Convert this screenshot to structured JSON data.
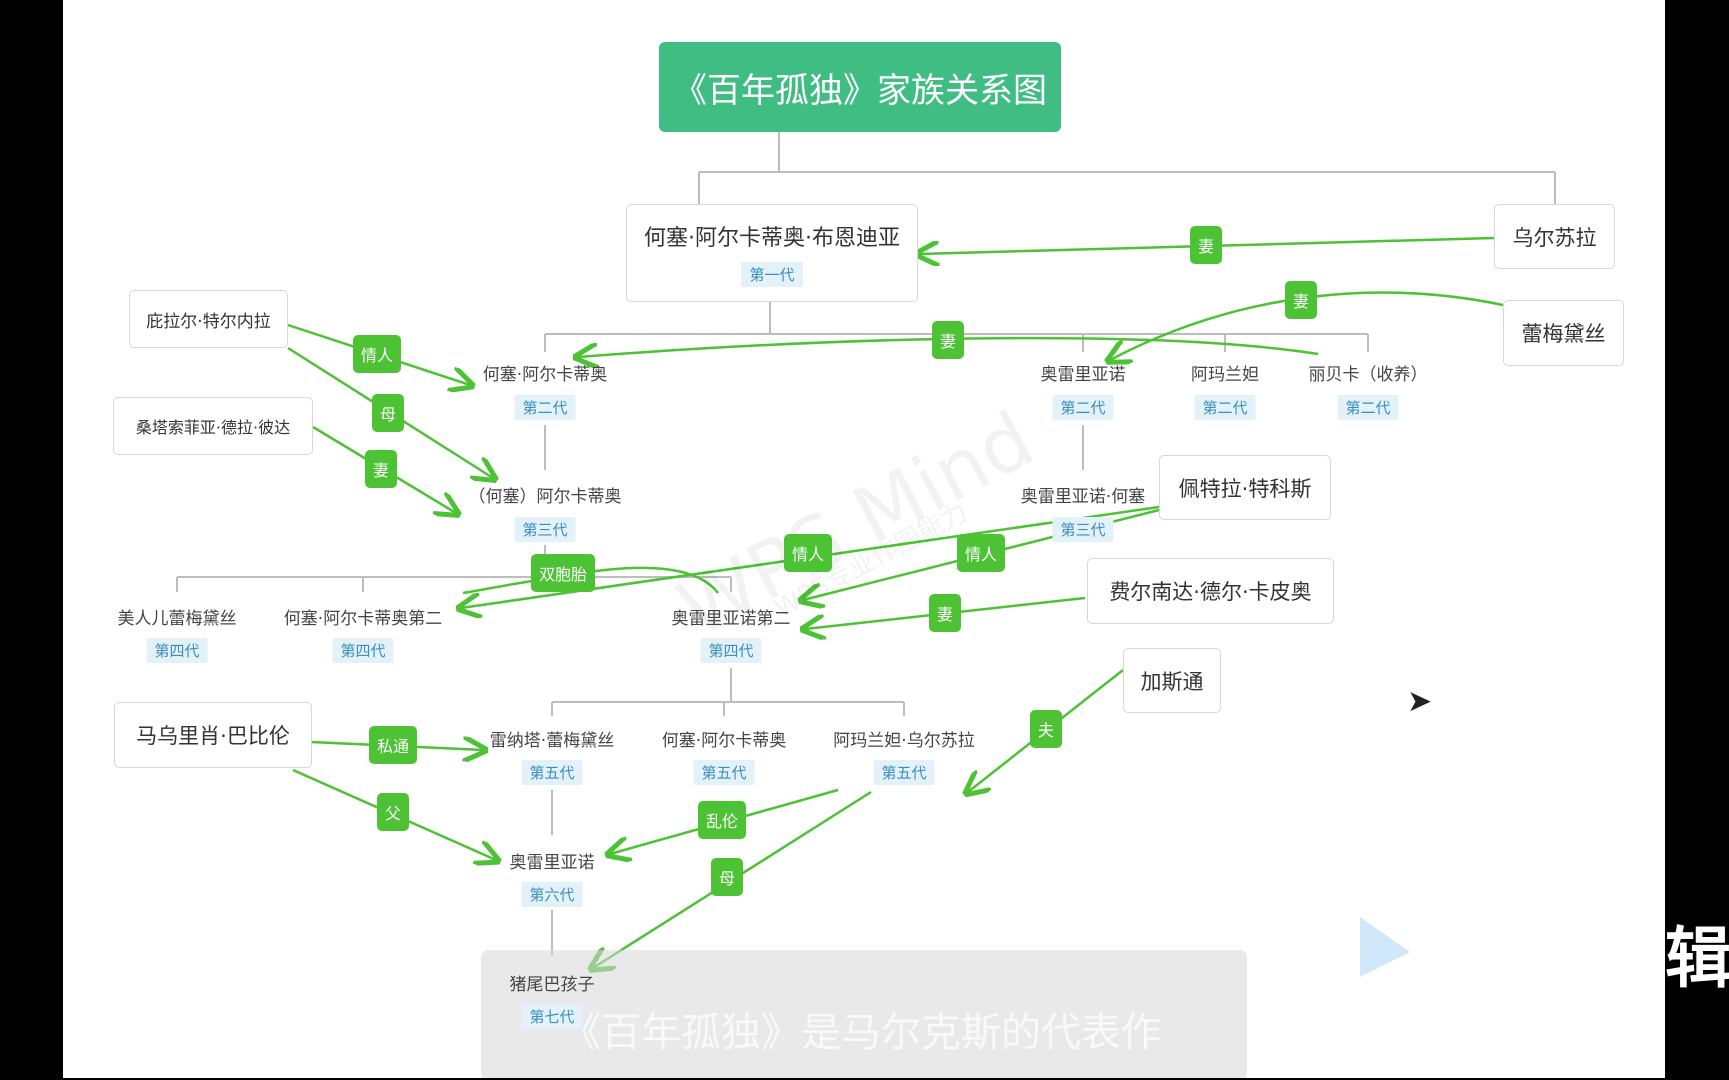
{
  "title": "《百年孤独》家族关系图",
  "watermark": {
    "main": "WPS Mind",
    "sub": "WPS专业作图能力"
  },
  "caption_text": "《百年孤独》是马尔克斯的代表作",
  "edge_text": "辑",
  "boxes": {
    "patriarch": {
      "name": "何塞·阿尔卡蒂奥·布恩迪亚",
      "gen": "第一代"
    },
    "ursula": "乌尔苏拉",
    "remedios": "蕾梅黛丝",
    "pilar": "庇拉尔·特尔内拉",
    "santa_sofia": "桑塔索菲亚·德拉·彼达",
    "petra": "佩特拉·特科斯",
    "fernanda": "费尔南达·德尔·卡皮奥",
    "gaston": "加斯通",
    "mauricio": "马乌里肖·巴比伦"
  },
  "nodes": [
    {
      "id": "ja2",
      "name": "何塞·阿尔卡蒂奥",
      "gen": "第二代"
    },
    {
      "id": "aureliano2",
      "name": "奥雷里亚诺",
      "gen": "第二代"
    },
    {
      "id": "amaranta2",
      "name": "阿玛兰妲",
      "gen": "第二代"
    },
    {
      "id": "rebeca2",
      "name": "丽贝卡（收养）",
      "gen": "第二代"
    },
    {
      "id": "arcadio3",
      "name": "（何塞）阿尔卡蒂奥",
      "gen": "第三代"
    },
    {
      "id": "aurjose3",
      "name": "奥雷里亚诺·何塞",
      "gen": "第三代"
    },
    {
      "id": "remedios4",
      "name": "美人儿蕾梅黛丝",
      "gen": "第四代"
    },
    {
      "id": "ja4",
      "name": "何塞·阿尔卡蒂奥第二",
      "gen": "第四代"
    },
    {
      "id": "aur4",
      "name": "奥雷里亚诺第二",
      "gen": "第四代"
    },
    {
      "id": "renata5",
      "name": "雷纳塔·蕾梅黛丝",
      "gen": "第五代"
    },
    {
      "id": "ja5",
      "name": "何塞·阿尔卡蒂奥",
      "gen": "第五代"
    },
    {
      "id": "amaranta5",
      "name": "阿玛兰妲·乌尔苏拉",
      "gen": "第五代"
    },
    {
      "id": "aur6",
      "name": "奥雷里亚诺",
      "gen": "第六代"
    },
    {
      "id": "pig7",
      "name": "猪尾巴孩子",
      "gen": "第七代"
    }
  ],
  "relations": [
    {
      "id": "wife-ursula",
      "label": "妻"
    },
    {
      "id": "wife-remedios",
      "label": "妻"
    },
    {
      "id": "wife-rebeca",
      "label": "妻"
    },
    {
      "id": "lover-pilar",
      "label": "情人"
    },
    {
      "id": "mother-pilar",
      "label": "母"
    },
    {
      "id": "wife-santa",
      "label": "妻"
    },
    {
      "id": "twins",
      "label": "双胞胎"
    },
    {
      "id": "lover-petra-1",
      "label": "情人"
    },
    {
      "id": "lover-petra-2",
      "label": "情人"
    },
    {
      "id": "wife-fernanda",
      "label": "妻"
    },
    {
      "id": "husband-gaston",
      "label": "夫"
    },
    {
      "id": "affair-mauricio",
      "label": "私通"
    },
    {
      "id": "father-mauricio",
      "label": "父"
    },
    {
      "id": "incest",
      "label": "乱伦"
    },
    {
      "id": "mother-amaranta",
      "label": "母"
    }
  ],
  "colors": {
    "root": "#3fbd83",
    "relation": "#4cc234",
    "tree_line": "#bdbdbd",
    "gen_bg": "#e3f1f8",
    "gen_text": "#3a8ec0"
  }
}
